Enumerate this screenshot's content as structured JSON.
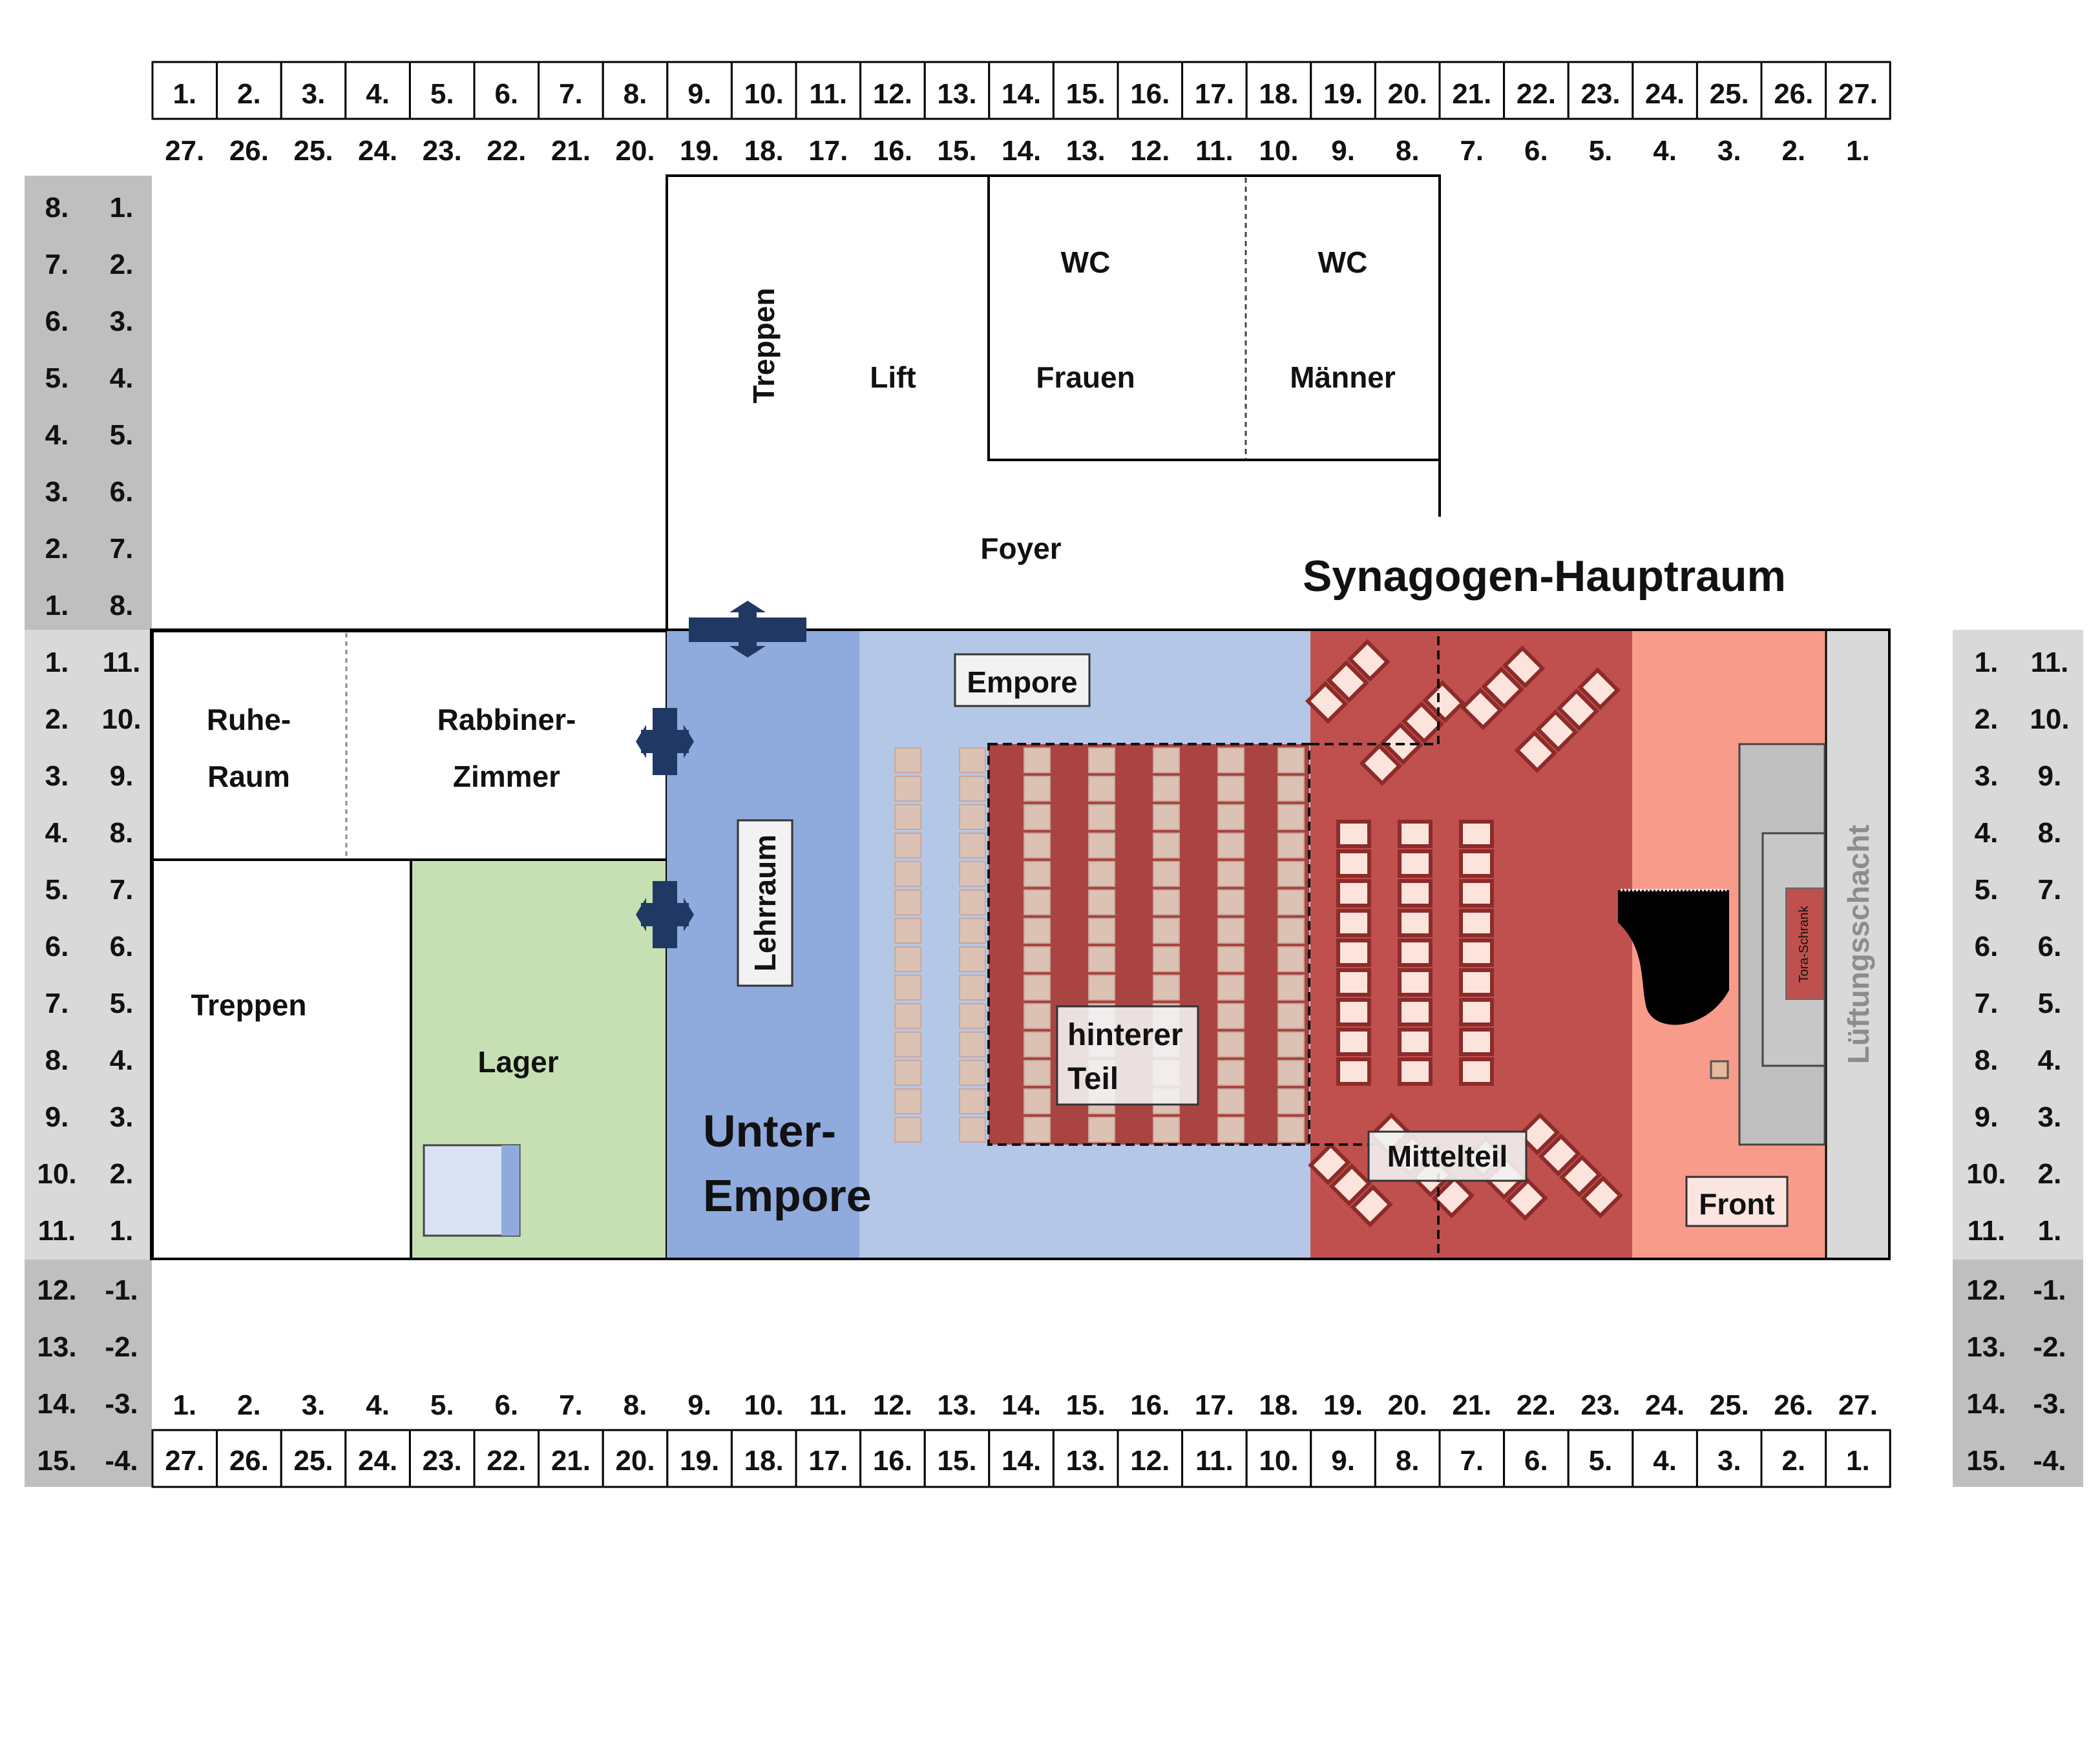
{
  "title": "Synagogen-Hauptraum",
  "rooms": {
    "treppen_top": "Treppen",
    "lift": "Lift",
    "wc_frauen_top": "WC",
    "wc_frauen": "Frauen",
    "wc_maenner_top": "WC",
    "wc_maenner": "Männer",
    "foyer": "Foyer",
    "ruhe_1": "Ruhe-",
    "ruhe_2": "Raum",
    "rabbiner_1": "Rabbiner-",
    "rabbiner_2": "Zimmer",
    "treppen_left": "Treppen",
    "lager": "Lager",
    "lehrraum": "Lehrraum",
    "unter_1": "Unter-",
    "unter_2": "Empore",
    "empore": "Empore",
    "hinterer_1": "hinterer",
    "hinterer_2": "Teil",
    "mittelteil": "Mittelteil",
    "front": "Front",
    "tora": "Tora-Schrank",
    "lueftung": "Lüftungsschacht"
  },
  "grid": {
    "columns_forward": [
      "1.",
      "2.",
      "3.",
      "4.",
      "5.",
      "6.",
      "7.",
      "8.",
      "9.",
      "10.",
      "11.",
      "12.",
      "13.",
      "14.",
      "15.",
      "16.",
      "17.",
      "18.",
      "19.",
      "20.",
      "21.",
      "22.",
      "23.",
      "24.",
      "25.",
      "26.",
      "27."
    ],
    "columns_reverse": [
      "27.",
      "26.",
      "25.",
      "24.",
      "23.",
      "22.",
      "21.",
      "20.",
      "19.",
      "18.",
      "17.",
      "16.",
      "15.",
      "14.",
      "13.",
      "12.",
      "11.",
      "10.",
      "9.",
      "8.",
      "7.",
      "6.",
      "5.",
      "4.",
      "3.",
      "2.",
      "1."
    ],
    "rows_top": [
      [
        "8.",
        "1."
      ],
      [
        "7.",
        "2."
      ],
      [
        "6.",
        "3."
      ],
      [
        "5.",
        "4."
      ],
      [
        "4.",
        "5."
      ],
      [
        "3.",
        "6."
      ],
      [
        "2.",
        "7."
      ],
      [
        "1.",
        "8."
      ]
    ],
    "rows_middle": [
      [
        "1.",
        "11."
      ],
      [
        "2.",
        "10."
      ],
      [
        "3.",
        "9."
      ],
      [
        "4.",
        "8."
      ],
      [
        "5.",
        "7."
      ],
      [
        "6.",
        "6."
      ],
      [
        "7.",
        "5."
      ],
      [
        "8.",
        "4."
      ],
      [
        "9.",
        "3."
      ],
      [
        "10.",
        "2."
      ],
      [
        "11.",
        "1."
      ]
    ],
    "rows_bottom": [
      [
        "12.",
        "-1."
      ],
      [
        "13.",
        "-2."
      ],
      [
        "14.",
        "-3."
      ],
      [
        "15.",
        "-4."
      ]
    ]
  },
  "colors": {
    "unter_empore": "#8faadc",
    "empore": "#b4c7e7",
    "dark_red": "#a94442",
    "red": "#c0504d",
    "front": "#f89b8a",
    "lager": "#c6e0b4",
    "vent": "#d9d9d9",
    "grey_label": "#bfbfbf",
    "light_grey_label": "#d9d9d9",
    "door": "#1f3864"
  }
}
